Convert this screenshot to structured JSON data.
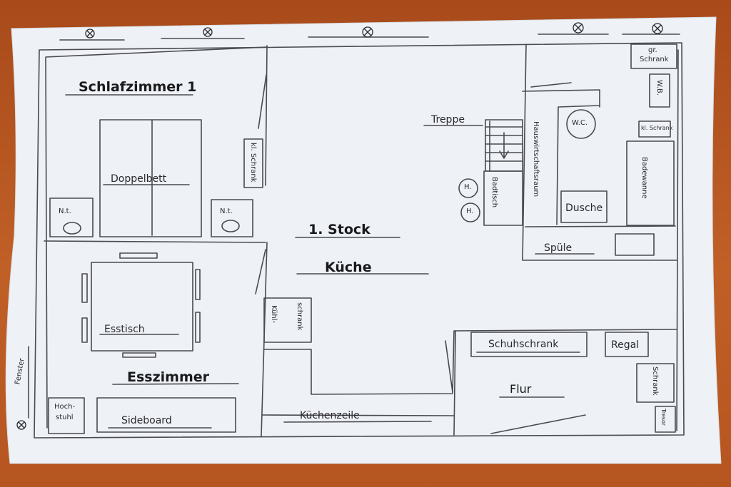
{
  "colors": {
    "table": "#c2561f",
    "paper": "#eef1f5",
    "pencil": "#4a4a50",
    "ink": "#1c1c20"
  },
  "rooms": {
    "schlafzimmer": "Schlafzimmer 1",
    "kueche": "Küche",
    "stock": "1. Stock",
    "esszimmer": "Esszimmer",
    "flur": "Flur"
  },
  "furniture": {
    "doppelbett": "Doppelbett",
    "nt_left": "N.t.",
    "nt_right": "N.t.",
    "kl_schrank_bed": "kl. Schrank",
    "esstisch": "Esstisch",
    "hochstuhl_1": "Hoch-",
    "hochstuhl_2": "stuhl",
    "sideboard": "Sideboard",
    "kuehl_1": "Kühl-",
    "kuehl_2": "schrank",
    "kuechenzeile": "Küchenzeile",
    "treppe": "Treppe",
    "badtisch": "Badtisch",
    "heizung_1": "H.",
    "heizung_2": "H.",
    "hauswirtschaftsraum": "Hauswirtschaftsraum",
    "wc": "W.C.",
    "dusche": "Dusche",
    "badewanne": "Badewanne",
    "spuele": "Spüle",
    "gr_schrank_1": "gr.",
    "gr_schrank_2": "Schrank",
    "wb": "W.B.",
    "kl_schrank_bath": "kl. Schrank",
    "schuhschrank": "Schuhschrank",
    "regal": "Regal",
    "schrank_flur": "Schrank",
    "tresor": "Tresor",
    "fenster": "Fenster"
  }
}
